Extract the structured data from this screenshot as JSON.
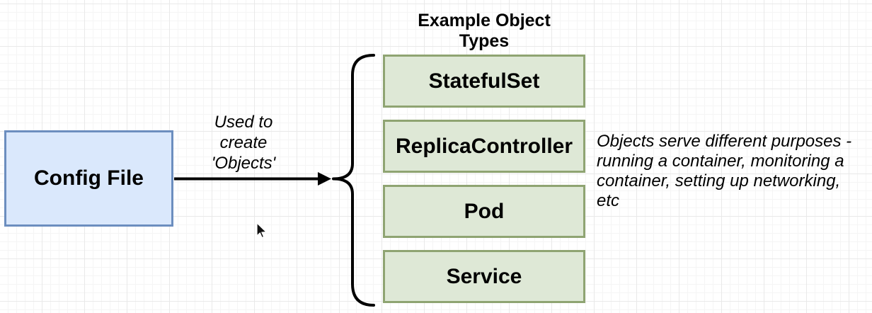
{
  "diagram": {
    "config_node": {
      "label": "Config File"
    },
    "arrow": {
      "label": "Used to create 'Objects'"
    },
    "object_group": {
      "title": "Example Object Types",
      "items": [
        {
          "label": "StatefulSet"
        },
        {
          "label": "ReplicaController"
        },
        {
          "label": "Pod"
        },
        {
          "label": "Service"
        }
      ]
    },
    "annotation": "Objects serve different purposes - running a container, monitoring a container, setting up networking, etc"
  },
  "colors": {
    "canvas-bg": "#ffffff",
    "grid-minor": "#f5f5f5",
    "grid-major": "#e9e9e9",
    "config-fill": "#dae8fc",
    "config-border": "#6c8ebf",
    "object-fill": "#dee8d6",
    "object-border": "#8fa472",
    "connector": "#000000",
    "text": "#000000"
  }
}
